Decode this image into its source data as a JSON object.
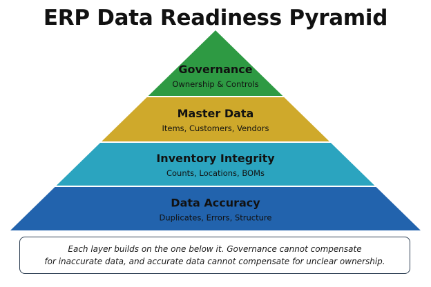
{
  "title": "ERP Data Readiness Pyramid",
  "pyramid": {
    "layers": [
      {
        "title": "Governance",
        "subtitle": "Ownership & Controls",
        "fill": "#2e9a43",
        "text_color": "#111111"
      },
      {
        "title": "Master Data",
        "subtitle": "Items, Customers, Vendors",
        "fill": "#cfa92b",
        "text_color": "#111111"
      },
      {
        "title": "Inventory Integrity",
        "subtitle": "Counts, Locations, BOMs",
        "fill": "#2ba4bf",
        "text_color": "#111111"
      },
      {
        "title": "Data Accuracy",
        "subtitle": "Duplicates, Errors, Structure",
        "fill": "#2263ad",
        "text_color": "#111111"
      }
    ]
  },
  "note": {
    "line1": "Each layer builds on the one below it. Governance cannot compensate",
    "line2": "for inaccurate data, and accurate data cannot compensate for unclear ownership."
  }
}
